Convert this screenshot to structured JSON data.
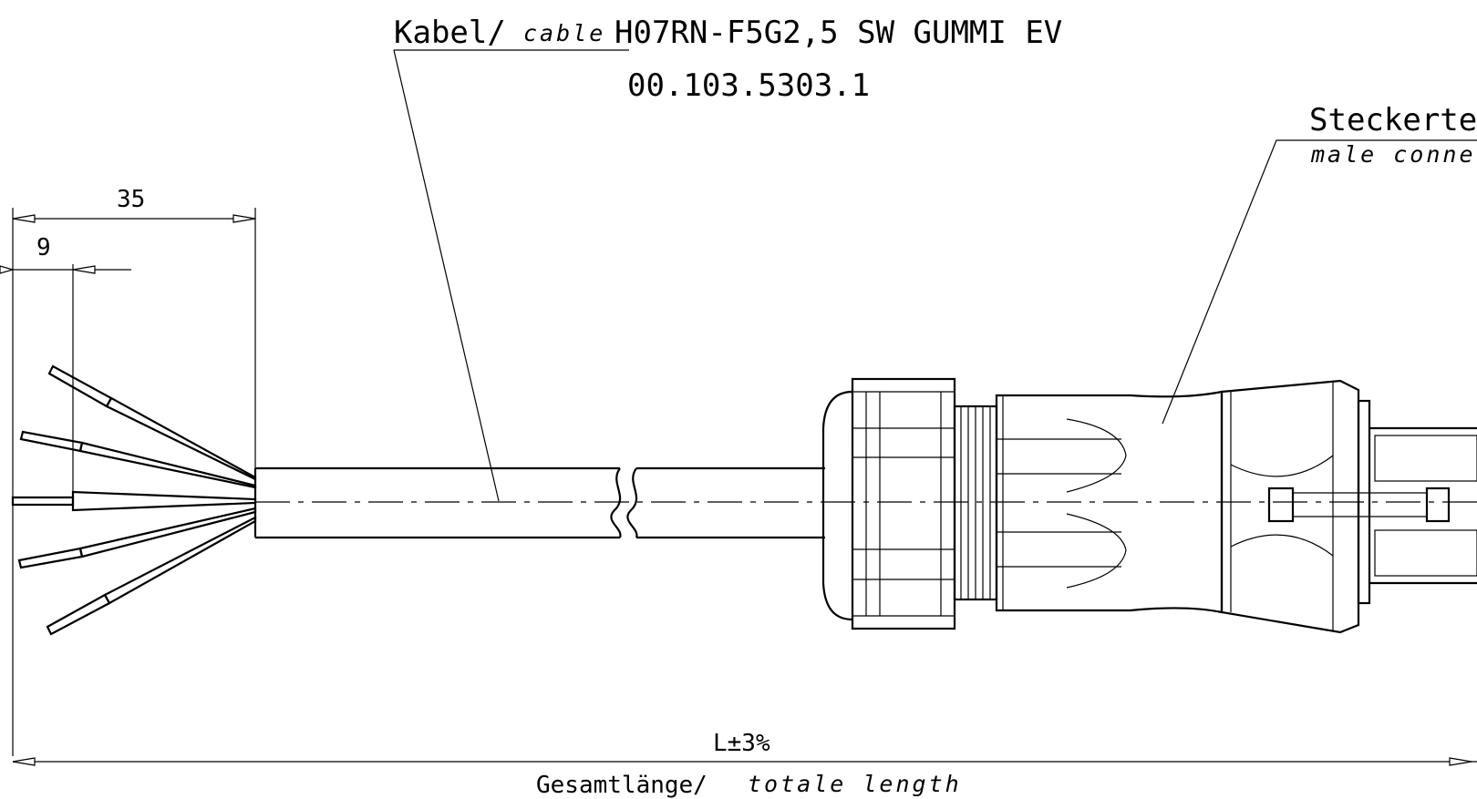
{
  "cable_label": {
    "de": "Kabel/",
    "en": "cable",
    "spec": "H07RN-F5G2,5 SW GUMMI EV",
    "part_number": "00.103.5303.1"
  },
  "connector_label": {
    "de": "Steckerte",
    "en": "male conne"
  },
  "dimensions": {
    "strip_length": "35",
    "wire_end": "9"
  },
  "total_length": {
    "value": "L±3%",
    "de": "Gesamtlänge/",
    "en": "totale length"
  }
}
